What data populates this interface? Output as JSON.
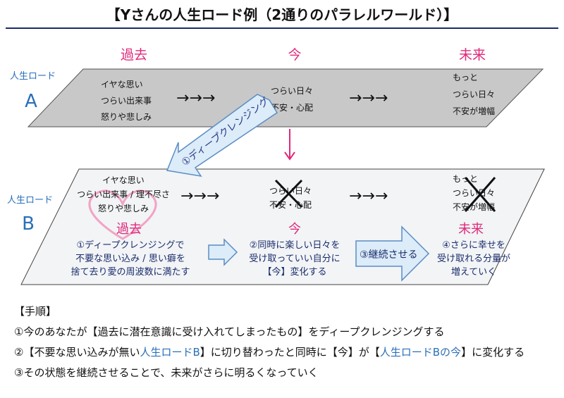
{
  "title": "【Yさんの人生ロード例（2通りのパラレルワールド）】",
  "colors": {
    "pink": "#e0297a",
    "blue": "#2a6fb8",
    "navy": "#1a2c6b",
    "darkblue": "#2a3a8a",
    "gray_band": "#c8c8c8",
    "light_band": "#f2f4f6",
    "arrow_fill": "#dcecf8",
    "arrow_stroke": "#5b8cc4"
  },
  "timeline": {
    "past": "過去",
    "present": "今",
    "future": "未来"
  },
  "road_a": {
    "label": "人生ロード",
    "letter": "A",
    "past": [
      "イヤな思い",
      "つらい出来事",
      "怒りや悲しみ"
    ],
    "present": [
      "つらい日々",
      "不安・心配"
    ],
    "future": [
      "もっと",
      "つらい日々",
      "不安が増幅"
    ]
  },
  "road_b": {
    "label": "人生ロード",
    "letter": "B",
    "past": [
      "イヤな思い",
      "つらい出来事 / 理不尽さ",
      "怒りや悲しみ"
    ],
    "present": [
      "つらい日々",
      "不安・心配"
    ],
    "future": [
      "もっと",
      "つらい日々",
      "不安が増幅"
    ],
    "past_title": "過去",
    "past_desc": [
      "①ディープクレンジングで",
      "不要な思い込み / 思い癖を",
      "捨て去り愛の周波数に満たす"
    ],
    "present_title": "今",
    "present_desc": [
      "②同時に楽しい日々を",
      "受け取っていい自分に",
      "【今】変化する"
    ],
    "future_title": "未来",
    "future_desc": [
      "④さらに幸せを",
      "受け取れる分量が",
      "増えていく"
    ]
  },
  "cleansing_label": "①ディープクレンジング",
  "continue_label": "③継続させる",
  "steps_heading": "【手順】",
  "steps": [
    {
      "text": "①今のあなたが【過去に潜在意識に受け入れてしまったもの】をディープクレンジングする"
    },
    {
      "pre": "②【不要な思い込みが無い",
      "hl1": "人生ロードB",
      "mid": "】に切り替わったと同時に【今】が【",
      "hl2": "人生ロードBの今",
      "post": "】に変化する"
    },
    {
      "text": "③その状態を継続させることで、未来がさらに明るくなっていく"
    }
  ]
}
